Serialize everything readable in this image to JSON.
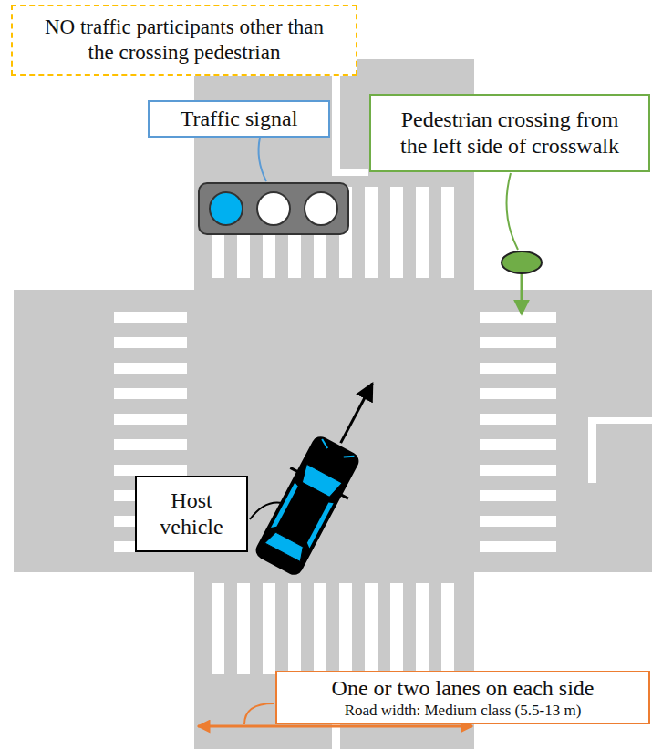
{
  "diagram": {
    "nodes": [
      {
        "text": [
          "NO traffic participants other than the crossing pedestrian"
        ]
      },
      {
        "text": [
          "Traffic signal"
        ]
      },
      {
        "text": [
          "Pedestrian crossing from the left side of crosswalk"
        ]
      },
      {
        "text": [
          "Host vehicle"
        ]
      },
      {
        "text": [
          "One or two lanes on each side",
          "Road width: Medium class (5.5-13 m)"
        ]
      }
    ]
  }
}
